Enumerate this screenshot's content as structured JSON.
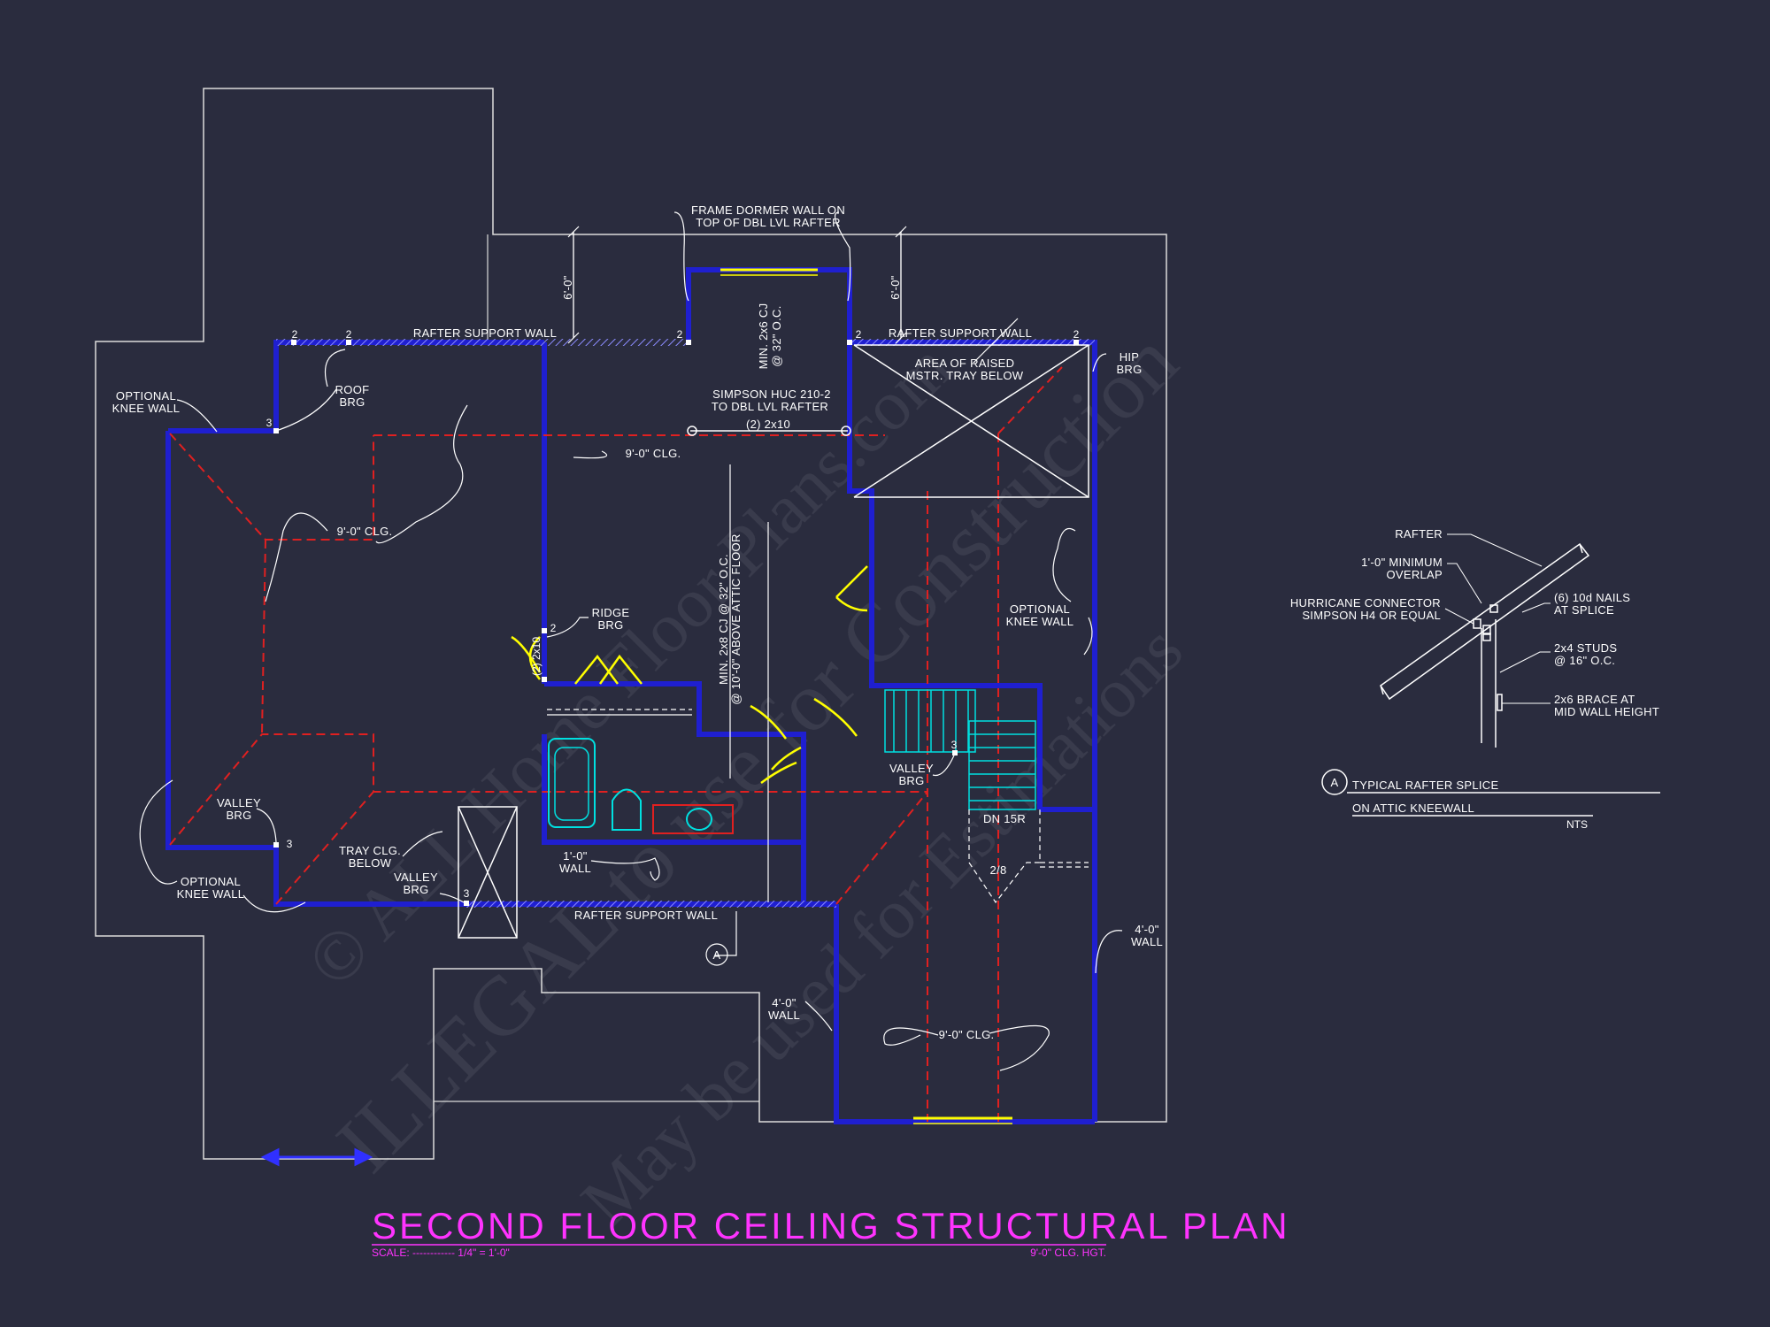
{
  "title": {
    "main": "SECOND FLOOR CEILING STRUCTURAL PLAN",
    "scale_left": "SCALE: ------------ 1/4\" = 1'-0\"",
    "scale_right": "9'-0\" CLG. HGT."
  },
  "watermark": {
    "line1": "© ALL Home Floor Plans.com",
    "line2": "ILLEGAL to use for Construction",
    "line3": "May be used for Estimations"
  },
  "labels": {
    "frame_dormer_1": "FRAME DORMER WALL ON",
    "frame_dormer_2": "TOP OF DBL LVL RAFTER",
    "rafter_support_left": "RAFTER SUPPORT WALL",
    "rafter_support_right": "RAFTER SUPPORT WALL",
    "rafter_support_bottom": "RAFTER SUPPORT WALL",
    "dim_6ft_left": "6'-0\"",
    "dim_6ft_right": "6'-0\"",
    "min_2x6_1": "MIN. 2x6 CJ",
    "min_2x6_2": "@ 32\" O.C.",
    "simpson_1": "SIMPSON HUC 210-2",
    "simpson_2": "TO DBL LVL RAFTER",
    "simpson_3": "(2) 2x10",
    "area_raised_1": "AREA OF RAISED",
    "area_raised_2": "MSTR. TRAY BELOW",
    "hip_brg_1": "HIP",
    "hip_brg_2": "BRG",
    "optional_knee_tl_1": "OPTIONAL",
    "optional_knee_tl_2": "KNEE WALL",
    "roof_brg_1": "ROOF",
    "roof_brg_2": "BRG",
    "clg_9_a": "9'-0\" CLG.",
    "clg_9_b": "9'-0\" CLG.",
    "clg_9_c": "9'-0\" CLG.",
    "ridge_brg_1": "RIDGE",
    "ridge_brg_2": "BRG",
    "post_2x10": "(2) 2x10",
    "min_2x8_1": "MIN. 2x8 CJ @ 32\" O.C.",
    "min_2x8_2": "@ 10'-0\" ABOVE ATTIC FLOOR",
    "optional_knee_r_1": "OPTIONAL",
    "optional_knee_r_2": "KNEE WALL",
    "valley_brg_r_1": "VALLEY",
    "valley_brg_r_2": "BRG",
    "valley_brg_l_1": "VALLEY",
    "valley_brg_l_2": "BRG",
    "tray_clg_1": "TRAY CLG.",
    "tray_clg_2": "BELOW",
    "valley_brg_b_1": "VALLEY",
    "valley_brg_b_2": "BRG",
    "optional_knee_bl_1": "OPTIONAL",
    "optional_knee_bl_2": "KNEE WALL",
    "wall_1ft_1": "1'-0\"",
    "wall_1ft_2": "WALL",
    "dn_15r": "DN 15R",
    "door_28": "2/8",
    "wall_4ft_r_1": "4'-0\"",
    "wall_4ft_r_2": "WALL",
    "wall_4ft_b_1": "4'-0\"",
    "wall_4ft_b_2": "WALL",
    "section_a": "A",
    "bearing_2": "2",
    "bearing_3": "3"
  },
  "detail": {
    "rafter": "RAFTER",
    "overlap_1": "1'-0\" MINIMUM",
    "overlap_2": "OVERLAP",
    "hurricane_1": "HURRICANE CONNECTOR",
    "hurricane_2": "SIMPSON H4 OR EQUAL",
    "nails_1": "(6) 10d NAILS",
    "nails_2": "AT SPLICE",
    "studs_1": "2x4 STUDS",
    "studs_2": "@ 16\" O.C.",
    "brace_1": "2x6 BRACE AT",
    "brace_2": "MID WALL HEIGHT",
    "marker": "A",
    "title_1": "TYPICAL RAFTER SPLICE",
    "title_2": "ON ATTIC KNEEWALL",
    "nts": "NTS"
  },
  "colors": {
    "background": "#2a2c3e",
    "outline": "#ffffff",
    "wall": "#1f1fd0",
    "ridge_dashed": "#e02020",
    "door": "#ffff00",
    "stair_fixture": "#00e0e0",
    "title": "#ff33ff"
  }
}
